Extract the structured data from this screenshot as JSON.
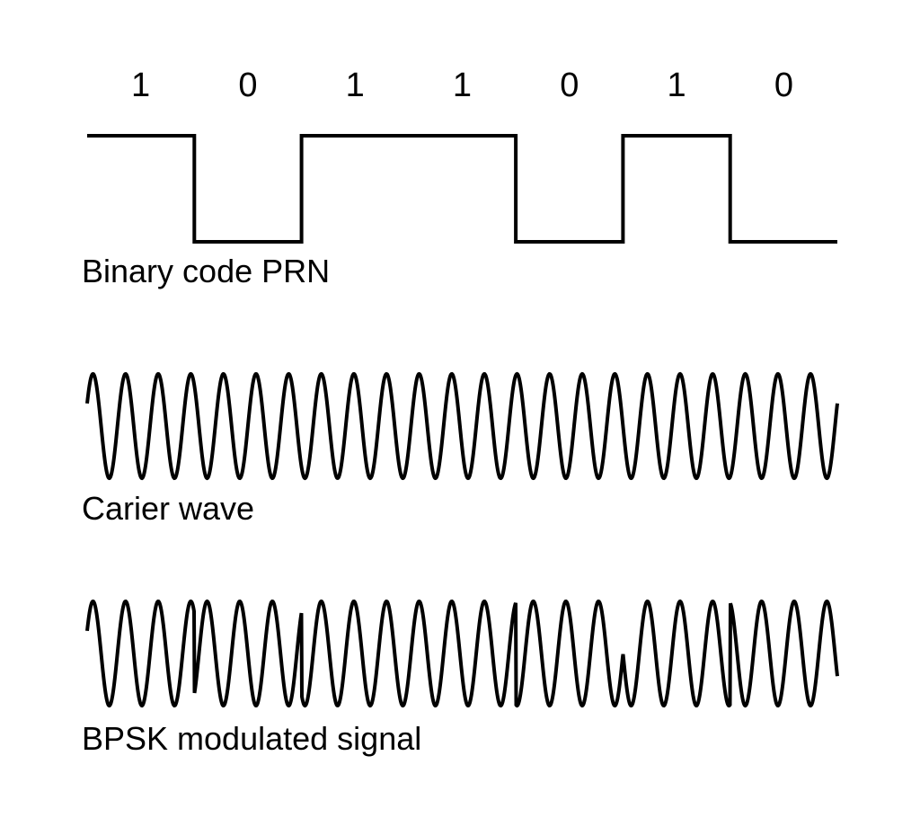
{
  "bits": [
    "1",
    "0",
    "1",
    "1",
    "0",
    "1",
    "0"
  ],
  "labels": {
    "prn": "Binary code PRN",
    "carrier": "Carier wave",
    "bpsk": "BPSK modulated signal"
  },
  "colors": {
    "stroke": "#000000",
    "background": "#ffffff"
  }
}
